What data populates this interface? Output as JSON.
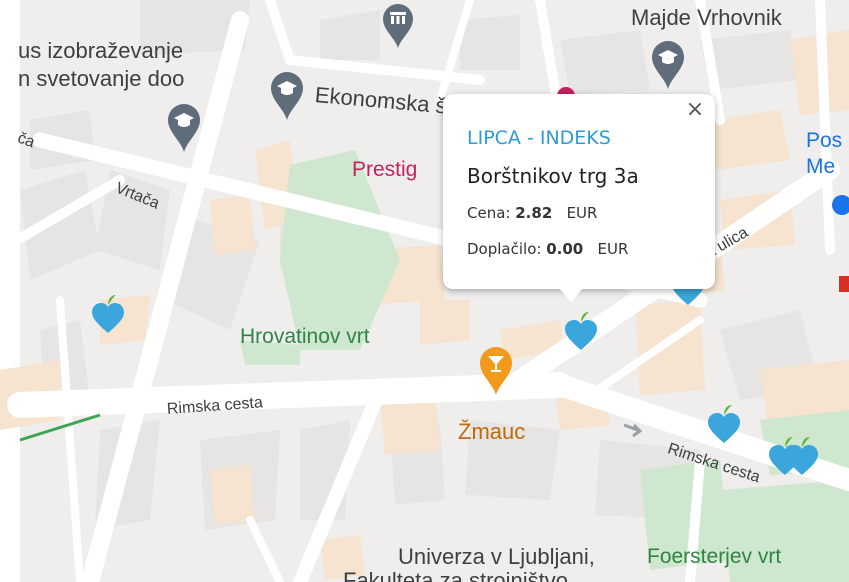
{
  "map": {
    "labels": {
      "school_line1": "us izobraževanje",
      "school_line2": "n svetovanje doo",
      "majde": "Majde Vrhovnik",
      "ekonomska": "Ekonomska šola",
      "prestige": "Prestig",
      "vrtaca": "Vrtača",
      "vrtaca_partial": "ča",
      "hrovatinov": "Hrovatinov vrt",
      "rimska_1": "Rimska cesta",
      "rimska_2": "Rimska cesta",
      "ulica": "a ulica",
      "zmauc": "Žmauc",
      "univerza": "Univerza v Ljubljani,",
      "foersterjev": "Foersterjev vrt",
      "fakulteta": "Fakulteta za strojništvo",
      "posta_1": "Pos",
      "posta_2": "Me"
    },
    "icons": {
      "graduation": "graduation-cap-icon",
      "museum": "museum-icon",
      "bar": "cocktail-icon",
      "station_marker": "apple-heart-marker-icon"
    },
    "colors": {
      "station_marker": "#3aa6dc",
      "leaf": "#5cb531",
      "bar": "#f29a1d",
      "school": "#5f6d7a"
    }
  },
  "popup": {
    "title": "LIPCA - INDEKS",
    "address": "Borštnikov trg 3a",
    "price_label": "Cena:",
    "price_value": "2.82",
    "price_currency": "EUR",
    "surcharge_label": "Doplačilo:",
    "surcharge_value": "0.00",
    "surcharge_currency": "EUR",
    "close_symbol": "×"
  }
}
